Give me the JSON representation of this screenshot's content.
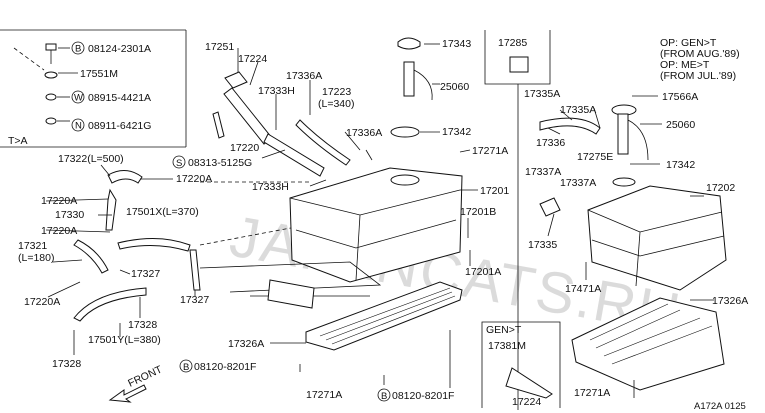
{
  "inset_topleft": {
    "part_08124": "08124-2301A",
    "part_17551m": "17551M",
    "part_08915": "08915-4421A",
    "part_08911": "08911-6421G",
    "scope": "T>A"
  },
  "circle_marks": {
    "b": "B",
    "w": "W",
    "n": "N",
    "s": "S"
  },
  "labels": {
    "p17251": "17251",
    "p17224_top": "17224",
    "p17336a_1": "17336A",
    "p17333h_1": "17333H",
    "p17223": "17223",
    "p17223_len": "(L=340)",
    "p17220": "17220",
    "p17336a_2": "17336A",
    "p08313": "08313-5125G",
    "p17333h_2": "17333H",
    "p17322": "17322(L=500)",
    "p17220a_1": "17220A",
    "p17220a_2": "17220A",
    "p17330": "17330",
    "p17501x": "17501X(L=370)",
    "p17220a_3": "17220A",
    "p17321": "17321",
    "p17321_len": "(L=180)",
    "p17327_1": "17327",
    "p17327_2": "17327",
    "p17220a_4": "17220A",
    "p17328_1": "17328",
    "p17501y": "17501Y(L=380)",
    "p17328_2": "17328",
    "p17343": "17343",
    "p25060_1": "25060",
    "p17342_1": "17342",
    "p17271a_1": "17271A",
    "p17201": "17201",
    "p17201b": "17201B",
    "p17201a": "17201A",
    "p17326a_1": "17326A",
    "p08120_1": "08120-8201F",
    "p17271a_2": "17271A",
    "p08120_2": "08120-8201F",
    "p17285": "17285",
    "p17335a_1": "17335A",
    "p17335a_2": "17335A",
    "p17336": "17336",
    "p17275e": "17275E",
    "p17337a_1": "17337A",
    "p17337a_2": "17337A",
    "p17335": "17335",
    "p17566a": "17566A",
    "p25060_2": "25060",
    "p17342_2": "17342",
    "p17202": "17202",
    "p17471a": "17471A",
    "p17326a_2": "17326A",
    "p17271a_3": "17271A",
    "p17381m": "17381M",
    "p17224_bot": "17224",
    "gen_t": "GEN>T",
    "front": "FRONT",
    "code": "A172A 0125",
    "watermark": "JAPANCATS.RU"
  },
  "notes": {
    "op_line1": "OP: GEN>T",
    "op_line2": "(FROM AUG.'89)",
    "op_line3": "OP: ME>T",
    "op_line4": "(FROM JUL.'89)"
  }
}
